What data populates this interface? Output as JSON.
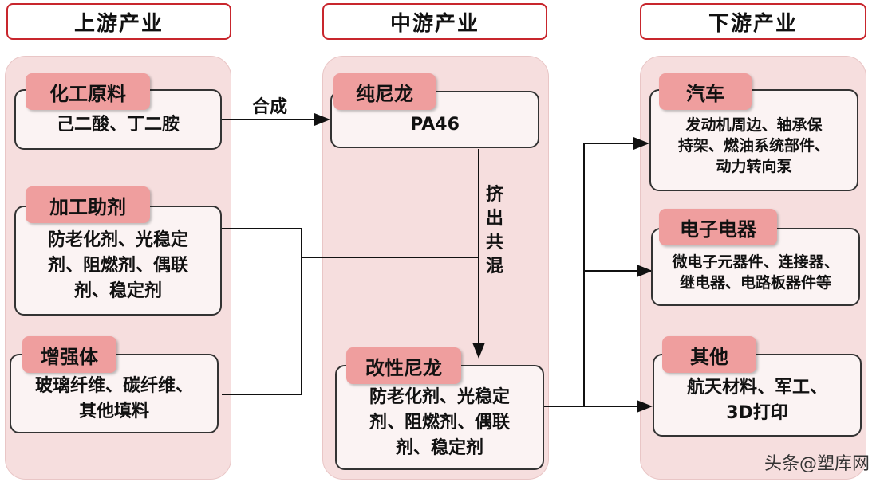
{
  "headers": {
    "upstream": "上游产业",
    "midstream": "中游产业",
    "downstream": "下游产业"
  },
  "upstream": {
    "chemicals": {
      "tag": "化工原料",
      "text": "己二酸、丁二胺"
    },
    "additives": {
      "tag": "加工助剂",
      "line1": "防老化剂、光稳定",
      "line2": "剂、阻燃剂、偶联",
      "line3": "剂、稳定剂"
    },
    "reinforcement": {
      "tag": "增强体",
      "line1": "玻璃纤维、碳纤维、",
      "line2": "其他填料"
    }
  },
  "midstream": {
    "pure": {
      "tag": "纯尼龙",
      "text": "PA46"
    },
    "modified": {
      "tag": "改性尼龙",
      "line1": "防老化剂、光稳定",
      "line2": "剂、阻燃剂、偶联",
      "line3": "剂、稳定剂"
    }
  },
  "downstream": {
    "auto": {
      "tag": "汽车",
      "line1": "发动机周边、轴承保",
      "line2": "持架、燃油系统部件、",
      "line3": "动力转向泵"
    },
    "electronics": {
      "tag": "电子电器",
      "line1": "微电子元器件、连接器、",
      "line2": "继电器、电路板器件等"
    },
    "other": {
      "tag": "其他",
      "line1": "航天材料、军工、",
      "line2": "3D打印"
    }
  },
  "labels": {
    "synthesis": "合成",
    "extrusion": [
      "挤",
      "出",
      "共",
      "混"
    ]
  },
  "watermark": "头条@塑库网",
  "colors": {
    "header_border": "#c8262d",
    "column_bg": "#f6dede",
    "tag_bg": "#ef9e9e"
  }
}
